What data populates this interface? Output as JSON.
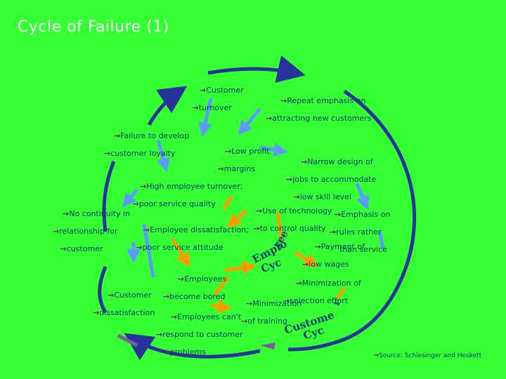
{
  "title": "Cycle of Failure (1)",
  "arrow_glyph": "→",
  "labels": {
    "customer_turnover": [
      "Customer",
      "turnover"
    ],
    "repeat_emphasis": [
      "Repeat emphasis on",
      "attracting new customers"
    ],
    "failure_loyalty": [
      "Failure to develop",
      "customer loyalty"
    ],
    "low_profit": [
      "Low profit",
      "margins"
    ],
    "narrow_design": [
      "Narrow design of",
      "jobs to accommodate",
      "low skill level"
    ],
    "high_turnover": [
      "High employee turnover;",
      "poor service quality"
    ],
    "no_continuity": [
      "No continuity in",
      "relationship for",
      "customer"
    ],
    "use_technology": [
      "Use of technology",
      "to control quality"
    ],
    "emphasis_rules": [
      "Emphasis on",
      "rules rather",
      "than service"
    ],
    "emp_dissatisfaction": [
      "Employee dissatisfaction;",
      "poor service attitude"
    ],
    "payment_wages": [
      "Payment of",
      "low wages"
    ],
    "employees_bored": [
      "Employees",
      "become bored"
    ],
    "customer_dissatisfaction": [
      "Customer",
      "dissatisfaction"
    ],
    "min_selection": [
      "Minimization of",
      "selection effort"
    ],
    "min_training": [
      "Minimization",
      "of training"
    ],
    "cant_respond": [
      "Employees can't",
      "respond to customer",
      "problems"
    ],
    "source": "Source: Schlesinger and Heskett"
  },
  "curved": {
    "employee_a": "Emplo",
    "employee_b": "yee",
    "employee_c": "Cyc",
    "customer_a": "Custome",
    "customer_b": "r",
    "customer_c": "Cyc"
  },
  "colors": {
    "background": "#33ff33",
    "title": "#ffffff",
    "outer_ring": "#27339a",
    "arrow_blue": "#5b9bff",
    "arrow_orange": "#ff9900",
    "arrow_purple": "#7a5b9e",
    "text": "#0a3d6b",
    "bullet_arrow": "#7a1a6b"
  }
}
